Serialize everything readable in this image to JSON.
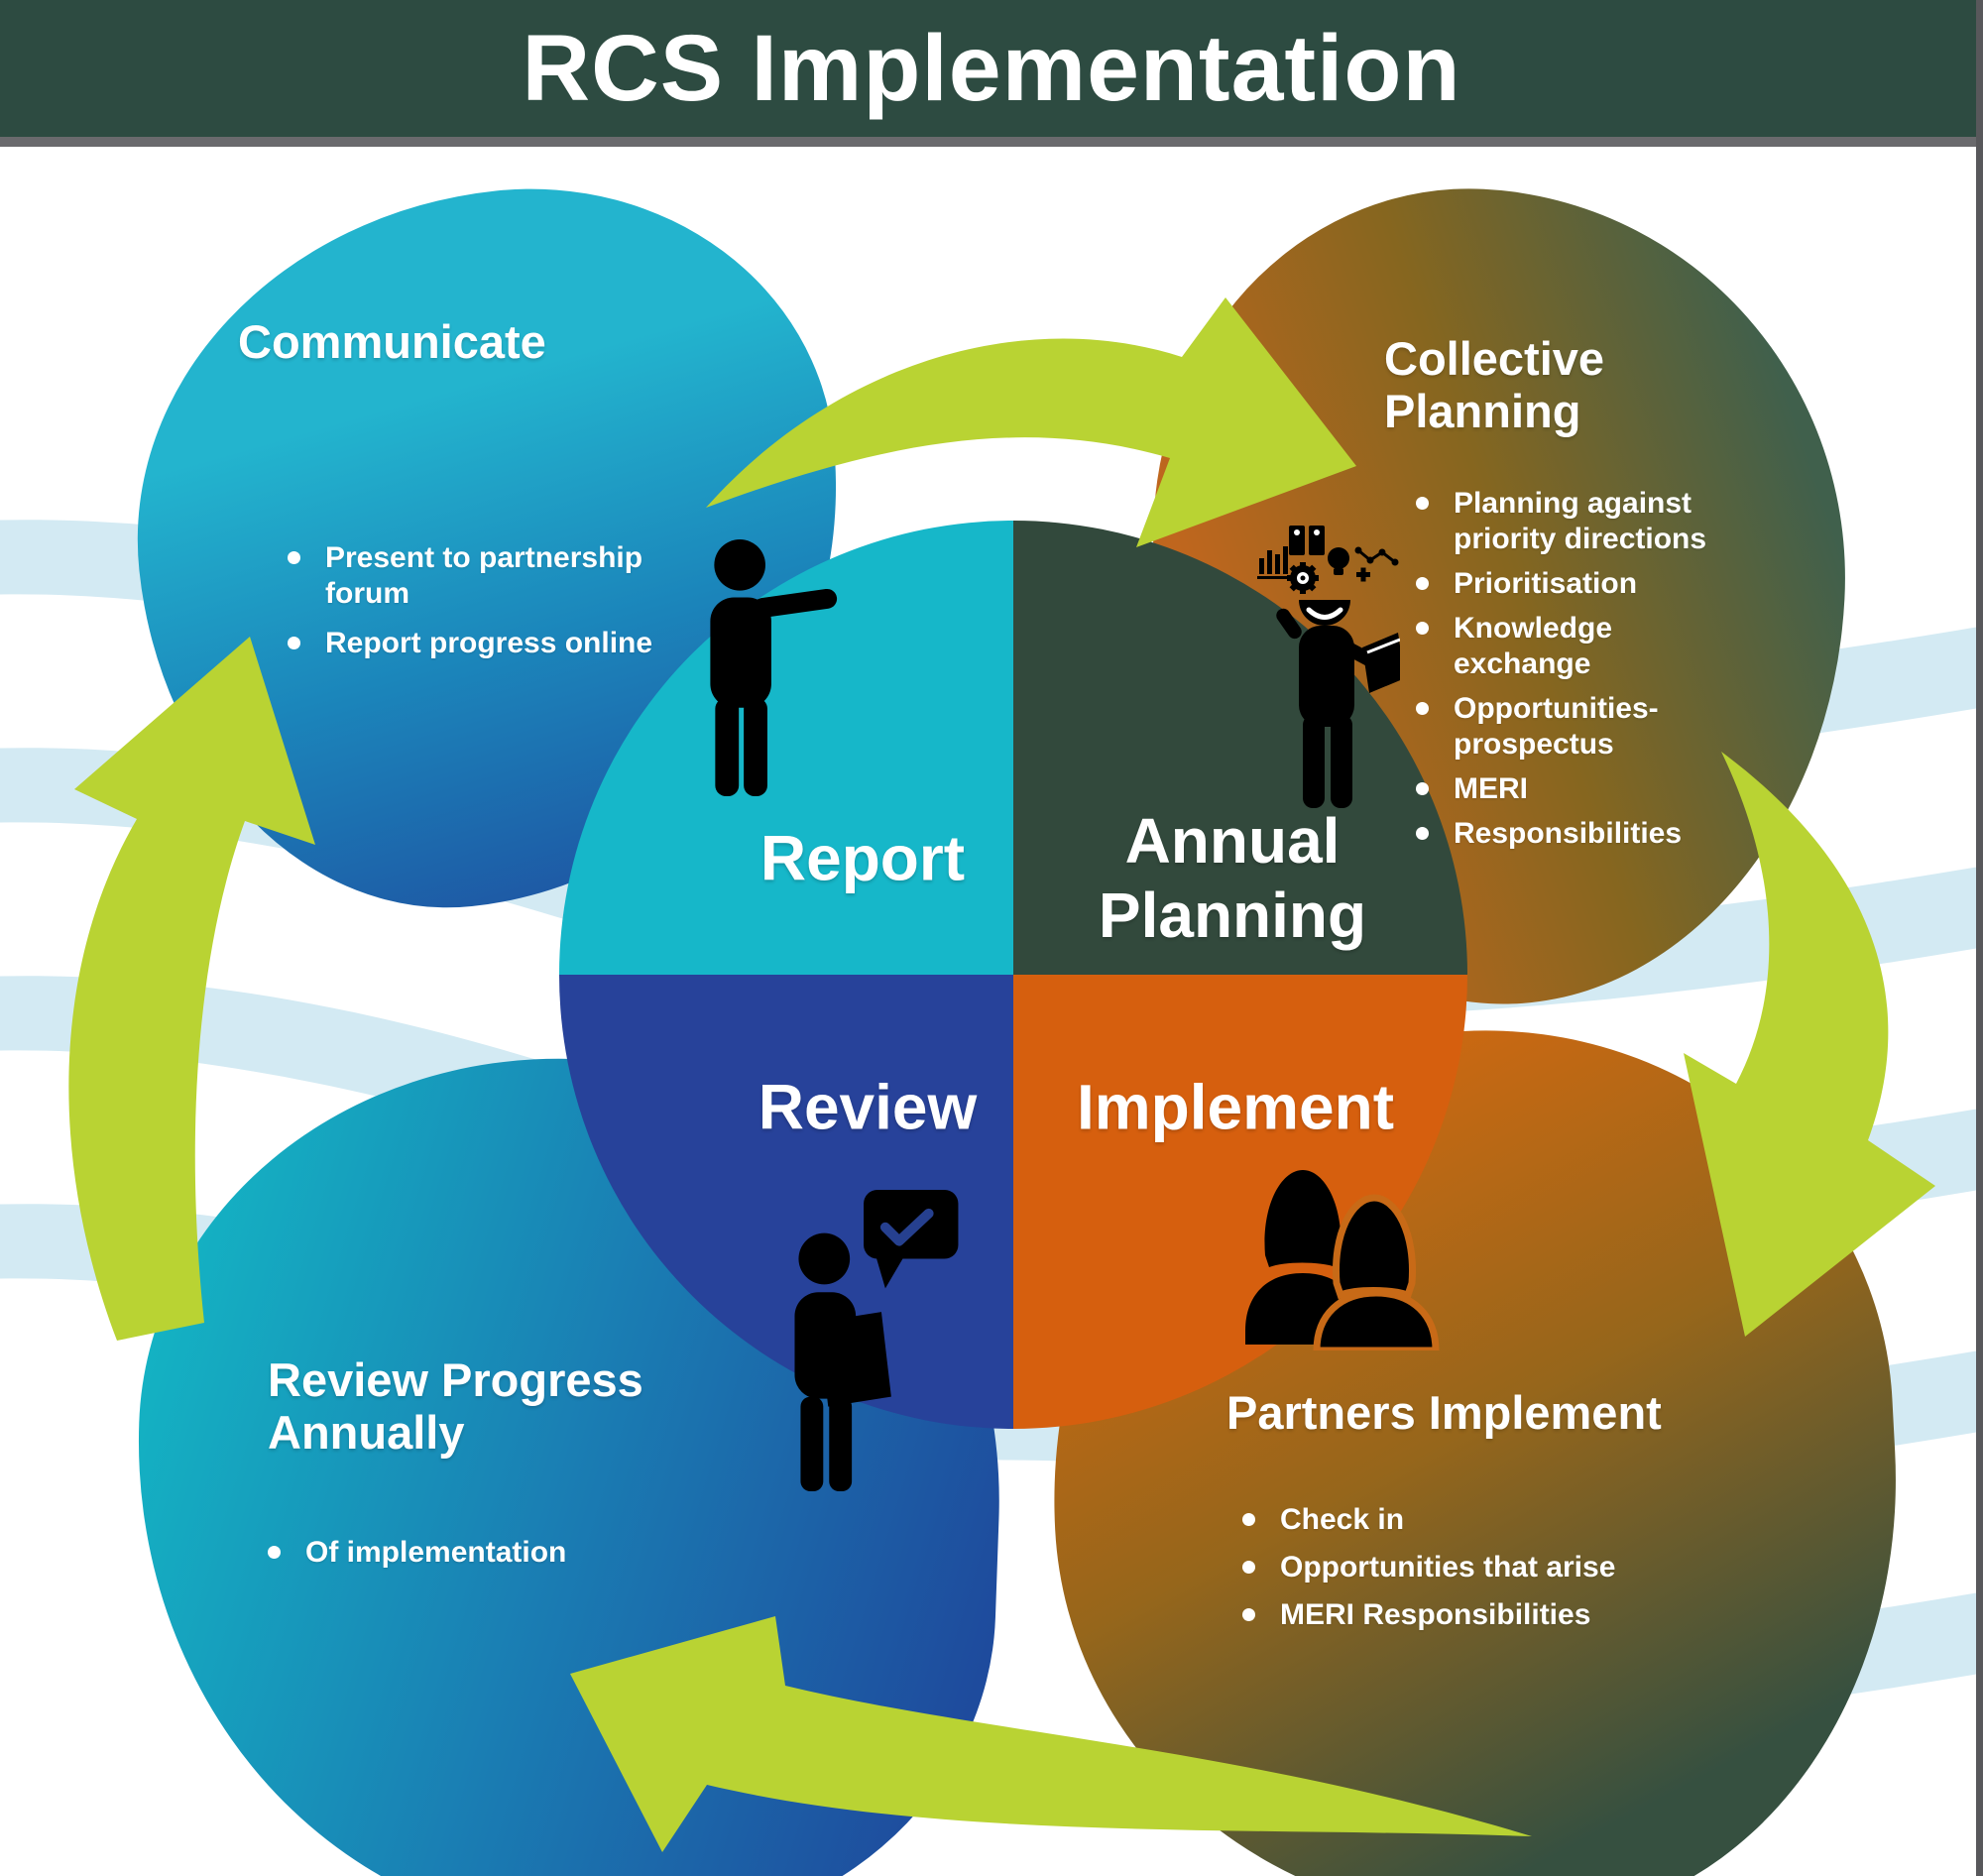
{
  "header": {
    "title": "RCS Implementation"
  },
  "colors": {
    "header_bg": "#2d4b41",
    "divider_gray": "#6a6a6d",
    "wave_blue": "#d3eaf3",
    "arrow_green": "#b9d333",
    "quadrant_report": "#16b7c9",
    "quadrant_annual_planning": "#32493c",
    "quadrant_review": "#27429a",
    "quadrant_implement": "#d65f0e",
    "blob_teal": "#23b4ce",
    "blob_blue": "#1e55a3",
    "blob_orange": "#c4671c",
    "blob_dark_green": "#40604c"
  },
  "cycle": {
    "quadrants": [
      {
        "label": "Report"
      },
      {
        "label": "Annual Planning"
      },
      {
        "label": "Review"
      },
      {
        "label": "Implement"
      }
    ]
  },
  "sections": {
    "communicate": {
      "title": "Communicate",
      "bullets": [
        "Present to partnership forum",
        "Report progress online"
      ]
    },
    "collective_planning": {
      "title": "Collective Planning",
      "bullets": [
        "Planning against priority directions",
        "Prioritisation",
        "Knowledge exchange",
        "Opportunities-prospectus",
        "MERI",
        "Responsibilities"
      ]
    },
    "review_progress": {
      "title": "Review Progress Annually",
      "bullets": [
        "Of implementation"
      ]
    },
    "partners_implement": {
      "title": "Partners Implement",
      "bullets": [
        "Check in",
        "Opportunities that arise",
        "MERI Responsibilities"
      ]
    }
  },
  "icons": {
    "communicate": "presenting-person-icon",
    "collective_planning": "ideas-person-icon",
    "review_progress": "review-report-person-icon",
    "partners_implement": "partners-group-icon",
    "flow": [
      "cycle-arrow-top",
      "cycle-arrow-right",
      "cycle-arrow-bottom",
      "cycle-arrow-left"
    ]
  }
}
